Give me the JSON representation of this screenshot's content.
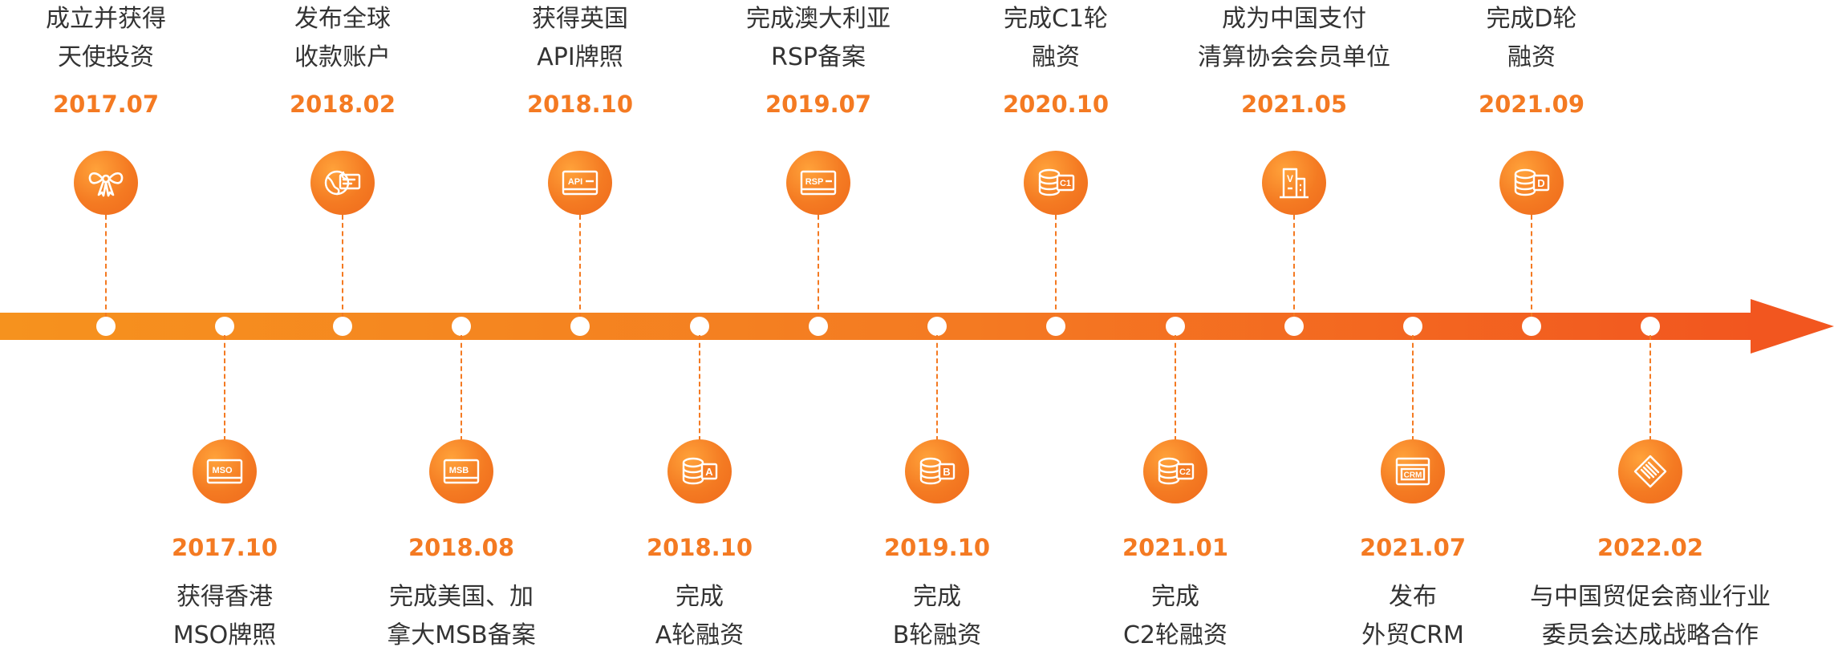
{
  "timeline": {
    "colors": {
      "accent": "#f47a22",
      "text": "#333333",
      "arrow_end": "#f2561f"
    },
    "events": [
      {
        "id": "e1",
        "date": "2017.07",
        "line1": "成立并获得",
        "line2": "天使投资",
        "icon": "ribbon-icon"
      },
      {
        "id": "e2",
        "date": "2017.10",
        "line1": "获得香港",
        "line2": "MSO牌照",
        "icon": "mso-card-icon"
      },
      {
        "id": "e3",
        "date": "2018.02",
        "line1": "发布全球",
        "line2": "收款账户",
        "icon": "globe-card-icon"
      },
      {
        "id": "e4",
        "date": "2018.08",
        "line1": "完成美国、加",
        "line2": "拿大MSB备案",
        "icon": "msb-card-icon"
      },
      {
        "id": "e5",
        "date": "2018.10",
        "line1": "获得英国",
        "line2": "API牌照",
        "icon": "api-card-icon"
      },
      {
        "id": "e6",
        "date": "2018.10",
        "line1": "完成",
        "line2": "A轮融资",
        "icon": "coin-stack-a-icon"
      },
      {
        "id": "e7",
        "date": "2019.07",
        "line1": "完成澳大利亚",
        "line2": "RSP备案",
        "icon": "rsp-card-icon"
      },
      {
        "id": "e8",
        "date": "2019.10",
        "line1": "完成",
        "line2": "B轮融资",
        "icon": "coin-stack-b-icon"
      },
      {
        "id": "e9",
        "date": "2020.10",
        "line1": "完成C1轮",
        "line2": "融资",
        "icon": "coin-stack-c1-icon"
      },
      {
        "id": "e10",
        "date": "2021.01",
        "line1": "完成",
        "line2": "C2轮融资",
        "icon": "coin-stack-c2-icon"
      },
      {
        "id": "e11",
        "date": "2021.05",
        "line1": "成为中国支付",
        "line2": "清算协会会员单位",
        "icon": "building-icon"
      },
      {
        "id": "e12",
        "date": "2021.07",
        "line1": "发布",
        "line2": "外贸CRM",
        "icon": "crm-card-icon"
      },
      {
        "id": "e13",
        "date": "2021.09",
        "line1": "完成D轮",
        "line2": "融资",
        "icon": "coin-stack-d-icon"
      },
      {
        "id": "e14",
        "date": "2022.02",
        "line1": "与中国贸促会商业行业",
        "line2": "委员会达成战略合作",
        "icon": "handshake-card-icon"
      }
    ],
    "icon_text": {
      "mso": "MSO",
      "msb": "MSB",
      "api": "API",
      "rsp": "RSP",
      "crm": "CRM",
      "a": "A",
      "b": "B",
      "c1": "C1",
      "c2": "C2",
      "d": "D",
      "v": "V"
    }
  }
}
